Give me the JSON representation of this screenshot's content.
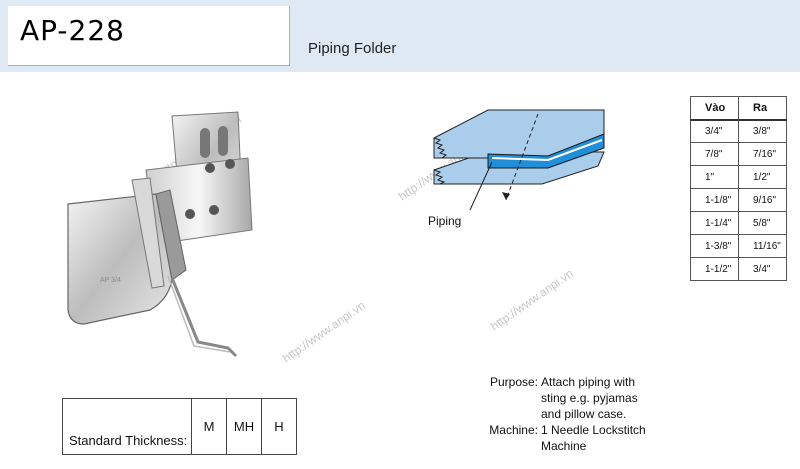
{
  "header": {
    "code": "AP-228",
    "title": "Piping Folder"
  },
  "watermark": "http://www.anpi.vn",
  "diagram": {
    "label": "Piping"
  },
  "size_table": {
    "headers": [
      "Vào",
      "Ra"
    ],
    "rows": [
      [
        "3/4\"",
        "3/8\""
      ],
      [
        "7/8\"",
        "7/16\""
      ],
      [
        "1\"",
        "1/2\""
      ],
      [
        "1-1/8\"",
        "9/16\""
      ],
      [
        "1-1/4\"",
        "5/8\""
      ],
      [
        "1-3/8\"",
        "11/16\""
      ],
      [
        "1-1/2\"",
        "3/4\""
      ]
    ]
  },
  "thickness": {
    "label": "Standard Thickness:",
    "options": [
      "M",
      "MH",
      "H"
    ]
  },
  "info": {
    "purpose_key": "Purpose:",
    "purpose_lines": [
      "Attach piping with",
      "sting e.g. pyjamas",
      "and pillow case."
    ],
    "machine_key": "Machine:",
    "machine_lines": [
      "1 Needle Lockstitch",
      "Machine"
    ]
  },
  "colors": {
    "header_band": "#dfe9f4",
    "fabric": "#a9cdeb",
    "piping": "#1e8fd8"
  }
}
